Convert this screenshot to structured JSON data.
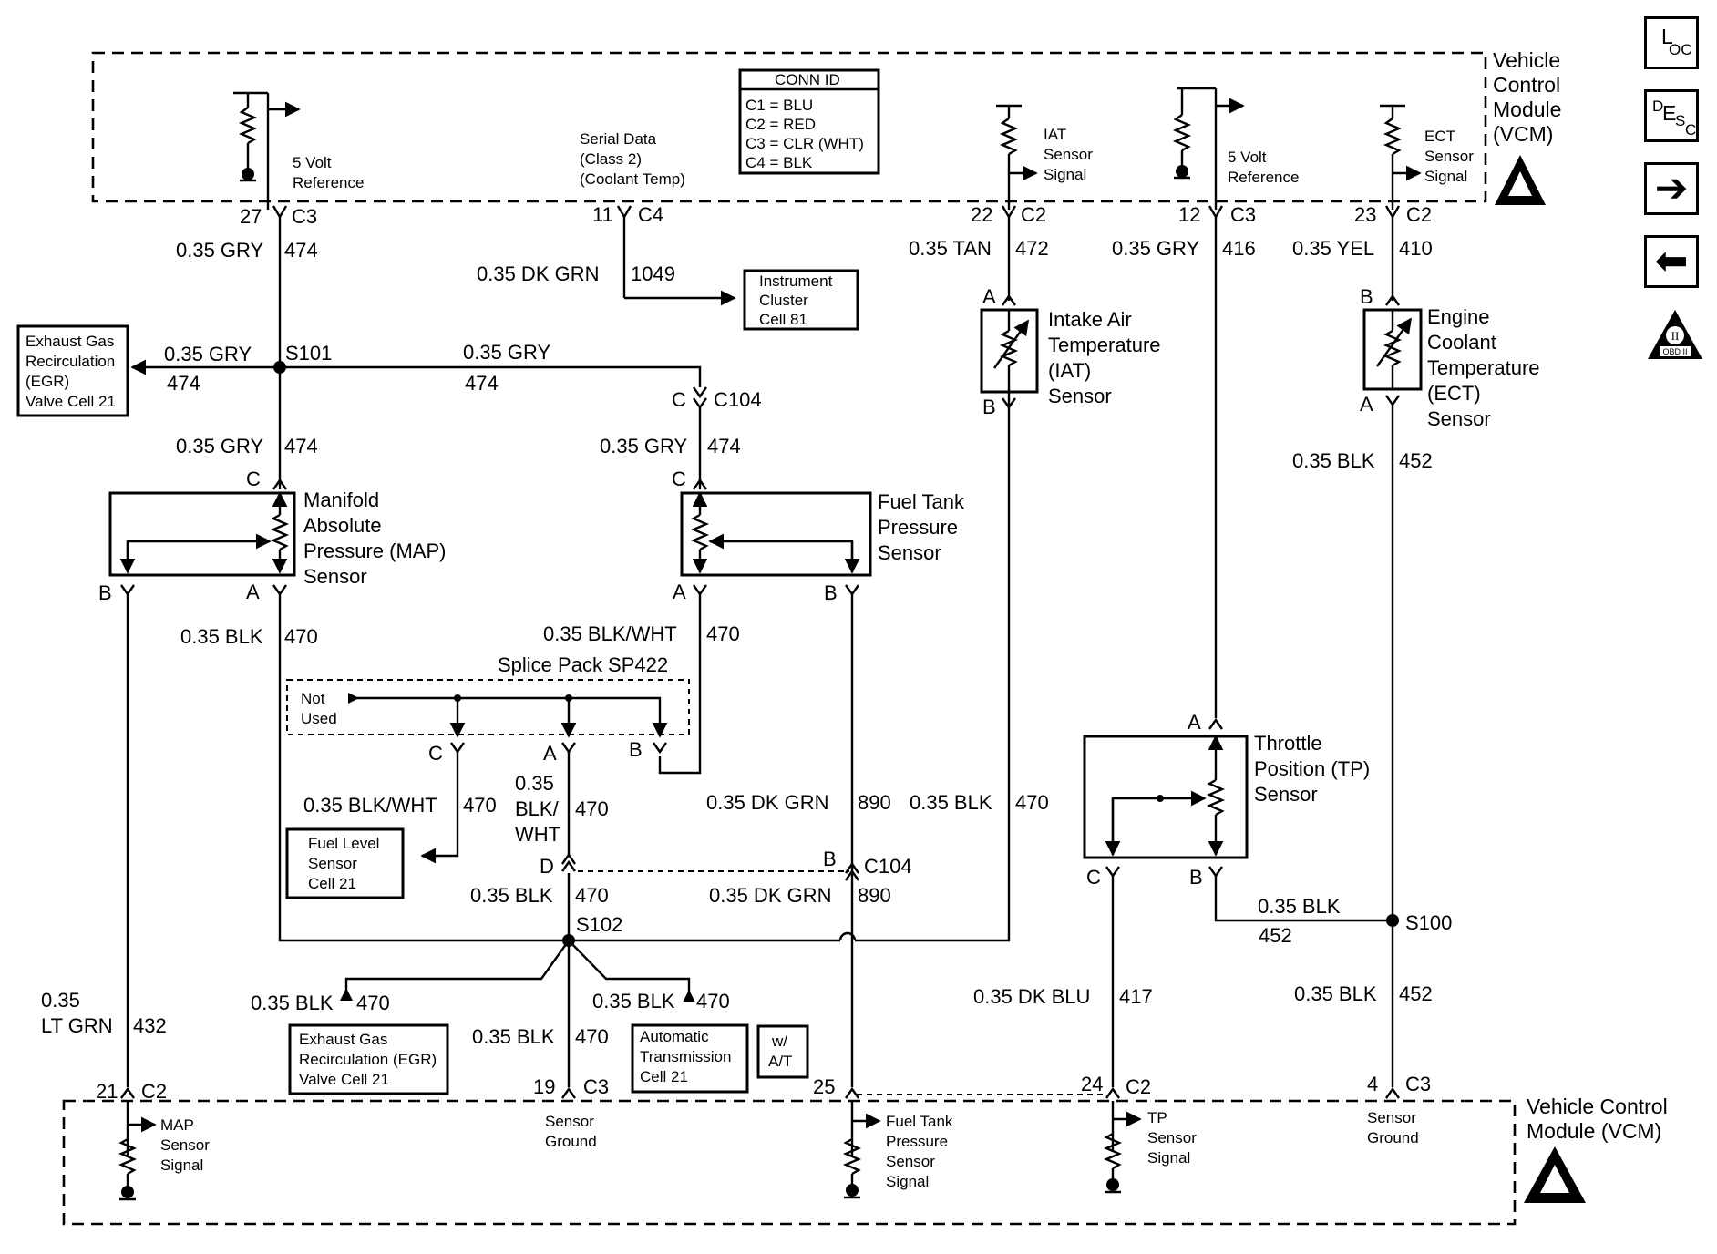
{
  "vcm_top": {
    "l1": "Vehicle",
    "l2": "Control",
    "l3": "Module",
    "l4": "(VCM)"
  },
  "vcm_bottom": {
    "l1": "Vehicle Control",
    "l2": "Module (VCM)"
  },
  "conn_id": {
    "title": "CONN ID",
    "c1": "C1 = BLU",
    "c2": "C2 = RED",
    "c3": "C3 = CLR (WHT)",
    "c4": "C4 = BLK"
  },
  "vcm_top_labels": {
    "ref5v_a_1": "5 Volt",
    "ref5v_a_2": "Reference",
    "serial_1": "Serial Data",
    "serial_2": "(Class 2)",
    "serial_3": "(Coolant Temp)",
    "iat_1": "IAT",
    "iat_2": "Sensor",
    "iat_3": "Signal",
    "ref5v_b_1": "5 Volt",
    "ref5v_b_2": "Reference",
    "ect_1": "ECT",
    "ect_2": "Sensor",
    "ect_3": "Signal"
  },
  "pins_top": {
    "p27": "27",
    "c3a": "C3",
    "p11": "11",
    "c4": "C4",
    "p22": "22",
    "c2a": "C2",
    "p12": "12",
    "c3b": "C3",
    "p23": "23",
    "c2b": "C2"
  },
  "wires": {
    "w474_a_color": "0.35 GRY",
    "w474_a_num": "474",
    "w1049_color": "0.35 DK GRN",
    "w1049_num": "1049",
    "w472_color": "0.35 TAN",
    "w472_num": "472",
    "w416_color": "0.35 GRY",
    "w416_num": "416",
    "w410_color": "0.35 YEL",
    "w410_num": "410",
    "w474_egr_color": "0.35 GRY",
    "w474_egr_num": "474",
    "w474_c104_color": "0.35 GRY",
    "w474_c104_num": "474",
    "w474_map_color": "0.35 GRY",
    "w474_map_num": "474",
    "w474_ftp_color": "0.35 GRY",
    "w474_ftp_num": "474",
    "w452_a_color": "0.35 BLK",
    "w452_a_num": "452",
    "w470_map_color": "0.35 BLK",
    "w470_map_num": "470",
    "w470_ftp_color": "0.35 BLK/WHT",
    "w470_ftp_num": "470",
    "w470_fl_color": "0.35 BLK/WHT",
    "w470_fl_num": "470",
    "w470_d_l1": "0.35",
    "w470_d_l2": "BLK/",
    "w470_d_l3": "WHT",
    "w470_d_num": "470",
    "w890_a_color": "0.35 DK GRN",
    "w890_a_num": "890",
    "w470_iat_color": "0.35 BLK",
    "w470_iat_num": "470",
    "w470_s102_color": "0.35 BLK",
    "w470_s102_num": "470",
    "w890_b_color": "0.35 DK GRN",
    "w890_b_num": "890",
    "w452_b_color": "0.35 BLK",
    "w452_b_num": "452",
    "w432_l1": "0.35",
    "w432_l2": "LT GRN",
    "w432_num": "432",
    "w470_egr_color": "0.35 BLK",
    "w470_egr_num": "470",
    "w470_at_color": "0.35 BLK",
    "w470_at_num": "470",
    "w470_gnd_color": "0.35 BLK",
    "w470_gnd_num": "470",
    "w417_color": "0.35 DK BLU",
    "w417_num": "417",
    "w452_c_color": "0.35 BLK",
    "w452_c_num": "452"
  },
  "boxes": {
    "egr_top_1": "Exhaust Gas",
    "egr_top_2": "Recirculation",
    "egr_top_3": "(EGR)",
    "egr_top_4": "Valve Cell 21",
    "ic_1": "Instrument",
    "ic_2": "Cluster",
    "ic_3": "Cell 81",
    "fl_1": "Fuel Level",
    "fl_2": "Sensor",
    "fl_3": "Cell 21",
    "egr_bot_1": "Exhaust Gas",
    "egr_bot_2": "Recirculation (EGR)",
    "egr_bot_3": "Valve Cell 21",
    "at_1": "Automatic",
    "at_2": "Transmission",
    "at_3": "Cell 21",
    "wat_1": "w/",
    "wat_2": "A/T"
  },
  "components": {
    "map_1": "Manifold",
    "map_2": "Absolute",
    "map_3": "Pressure (MAP)",
    "map_4": "Sensor",
    "ftp_1": "Fuel Tank",
    "ftp_2": "Pressure",
    "ftp_3": "Sensor",
    "iat_1": "Intake Air",
    "iat_2": "Temperature",
    "iat_3": "(IAT)",
    "iat_4": "Sensor",
    "ect_1": "Engine",
    "ect_2": "Coolant",
    "ect_3": "Temperature",
    "ect_4": "(ECT)",
    "ect_5": "Sensor",
    "tp_1": "Throttle",
    "tp_2": "Position (TP)",
    "tp_3": "Sensor"
  },
  "splices": {
    "s101": "S101",
    "s102": "S102",
    "s100": "S100"
  },
  "splice_pack": {
    "title": "Splice Pack SP422",
    "nu_1": "Not",
    "nu_2": "Used",
    "pc": "C",
    "pa": "A",
    "pb": "B"
  },
  "connectors": {
    "c104": "C104",
    "c104_pin": "C",
    "c104_b": "C104",
    "c104_b_pin": "B",
    "map_c": "C",
    "map_b": "B",
    "map_a": "A",
    "ftp_c": "C",
    "ftp_a": "A",
    "ftp_b": "B",
    "iat_a": "A",
    "iat_b": "B",
    "ect_b": "B",
    "ect_a": "A",
    "tp_a": "A",
    "tp_c": "C",
    "tp_b": "B",
    "d_pin": "D"
  },
  "pins_bottom": {
    "p21": "21",
    "c2a": "C2",
    "p19": "19",
    "c3a": "C3",
    "p25": "25",
    "p24": "24",
    "c2b": "C2",
    "p4": "4",
    "c3b": "C3"
  },
  "vcm_bottom_labels": {
    "map_1": "MAP",
    "map_2": "Sensor",
    "map_3": "Signal",
    "gnd_a_1": "Sensor",
    "gnd_a_2": "Ground",
    "ftp_1": "Fuel Tank",
    "ftp_2": "Pressure",
    "ftp_3": "Sensor",
    "ftp_4": "Signal",
    "tp_1": "TP",
    "tp_2": "Sensor",
    "tp_3": "Signal",
    "gnd_b_1": "Sensor",
    "gnd_b_2": "Ground"
  },
  "side_buttons": {
    "loc_l": "L",
    "loc_oc": "OC",
    "desc_d": "D",
    "desc_e": "E",
    "desc_s": "S",
    "desc_c": "C",
    "next_glyph": "➔",
    "prev_glyph": "⬅",
    "obd_roman": "II",
    "obd_text": "OBD II"
  }
}
